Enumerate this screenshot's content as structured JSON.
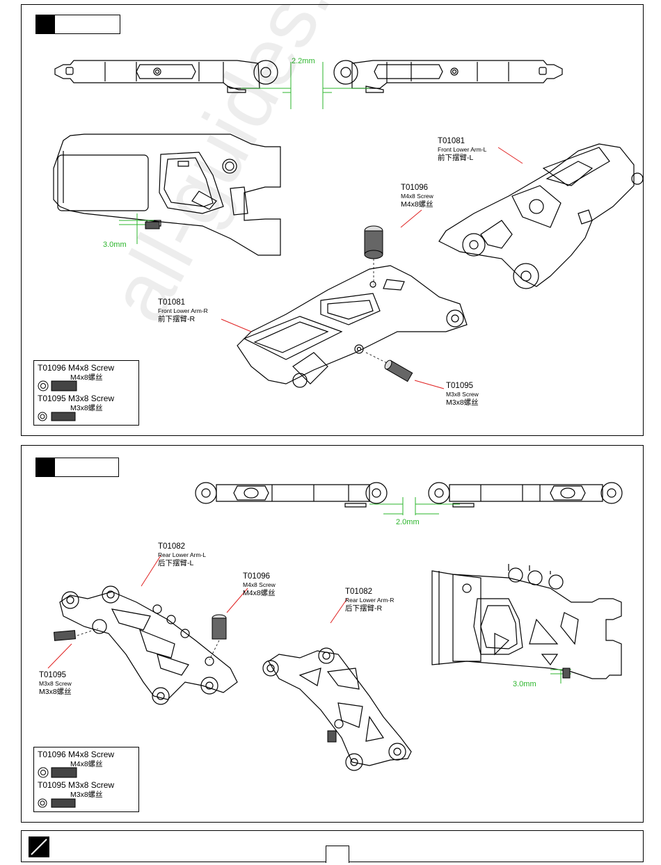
{
  "watermark": "all-guides.com",
  "step1": {
    "dimension_top": "2.2mm",
    "dimension_side": "3.0mm",
    "part_left": {
      "code": "T01081",
      "en": "Front Lower Arm-L",
      "cn": "前下摆臂-L"
    },
    "part_right": {
      "code": "T01081",
      "en": "Front Lower Arm-R",
      "cn": "前下摆臂-R"
    },
    "screw_m4": {
      "code": "T01096",
      "en": "M4x8 Screw",
      "cn": "M4x8螺丝"
    },
    "screw_m3": {
      "code": "T01095",
      "en": "M3x8 Screw",
      "cn": "M3x8螺丝"
    },
    "legend": {
      "m4_line": "T01096 M4x8 Screw",
      "m4_cn": "M4x8螺丝",
      "m3_line": "T01095 M3x8 Screw",
      "m3_cn": "M3x8螺丝"
    }
  },
  "step2": {
    "dimension_top": "2.0mm",
    "dimension_side": "3.0mm",
    "part_left": {
      "code": "T01082",
      "en": "Rear Lower Arm-L",
      "cn": "后下摆臂-L"
    },
    "part_right": {
      "code": "T01082",
      "en": "Rear Lower Arm-R",
      "cn": "后下摆臂-R"
    },
    "screw_m4": {
      "code": "T01096",
      "en": "M4x8 Screw",
      "cn": "M4x8螺丝"
    },
    "screw_m3": {
      "code": "T01095",
      "en": "M3x8 Screw",
      "cn": "M3x8螺丝"
    },
    "legend": {
      "m4_line": "T01096 M4x8 Screw",
      "m4_cn": "M4x8螺丝",
      "m3_line": "T01095 M3x8 Screw",
      "m3_cn": "M3x8螺丝"
    }
  },
  "colors": {
    "dimension": "#2bb52b",
    "leader": "#e02020",
    "line": "#000000"
  }
}
